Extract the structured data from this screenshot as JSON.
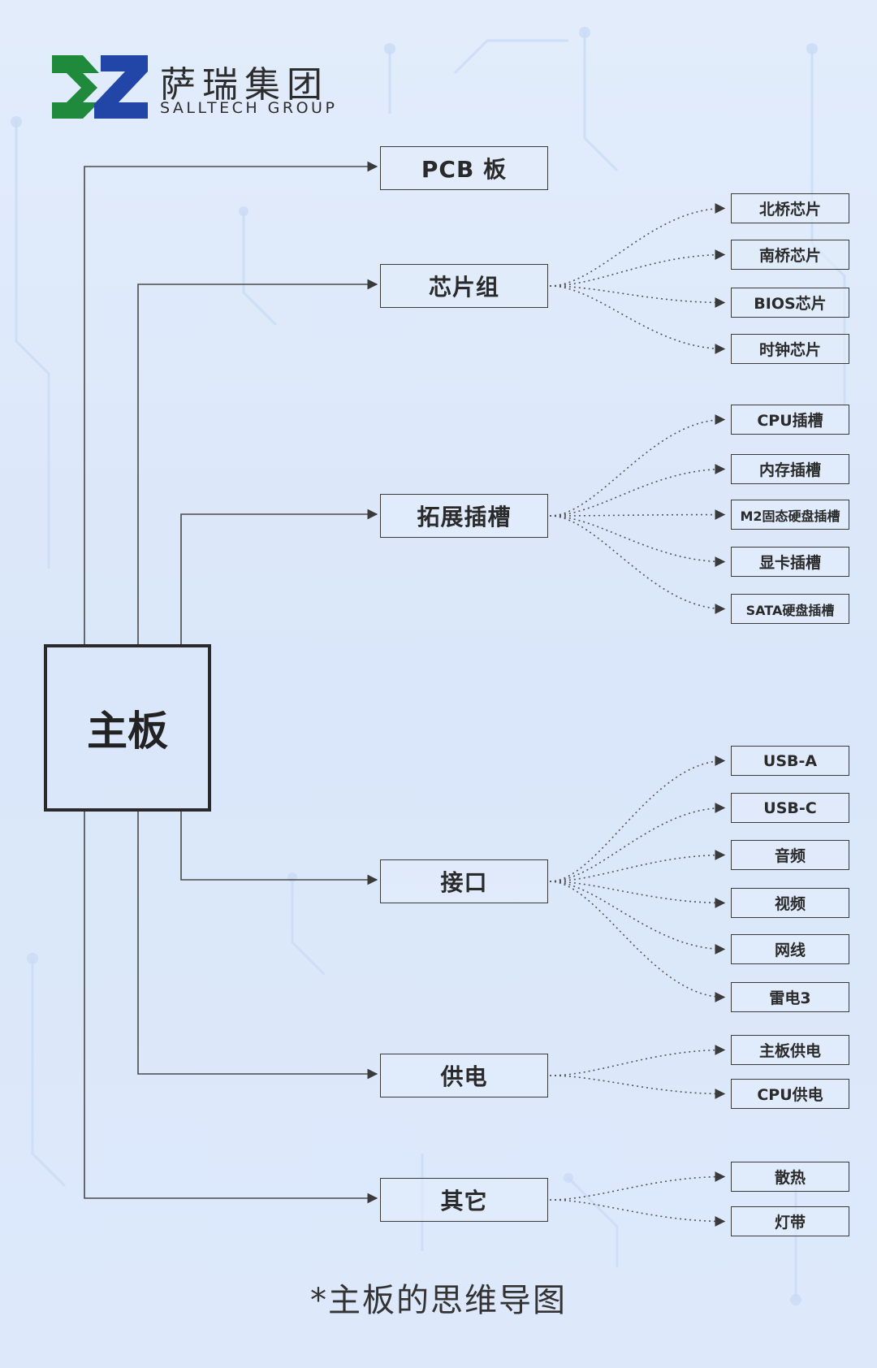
{
  "brand": {
    "name_cn": "萨瑞集团",
    "name_en": "SALLTECH GROUP",
    "colors": {
      "green": "#1f8a3b",
      "blue": "#2146a8"
    }
  },
  "root": {
    "label": "主板"
  },
  "branches": [
    {
      "id": "pcb",
      "label": "PCB 板",
      "children": []
    },
    {
      "id": "chipset",
      "label": "芯片组",
      "children": [
        "北桥芯片",
        "南桥芯片",
        "BIOS芯片",
        "时钟芯片"
      ]
    },
    {
      "id": "slots",
      "label": "拓展插槽",
      "children": [
        "CPU插槽",
        "内存插槽",
        "M2固态硬盘插槽",
        "显卡插槽",
        "SATA硬盘插槽"
      ]
    },
    {
      "id": "ports",
      "label": "接口",
      "children": [
        "USB-A",
        "USB-C",
        "音频",
        "视频",
        "网线",
        "雷电3"
      ]
    },
    {
      "id": "power",
      "label": "供电",
      "children": [
        "主板供电",
        "CPU供电"
      ]
    },
    {
      "id": "other",
      "label": "其它",
      "children": [
        "散热",
        "灯带"
      ]
    }
  ],
  "caption": "*主板的思维导图"
}
